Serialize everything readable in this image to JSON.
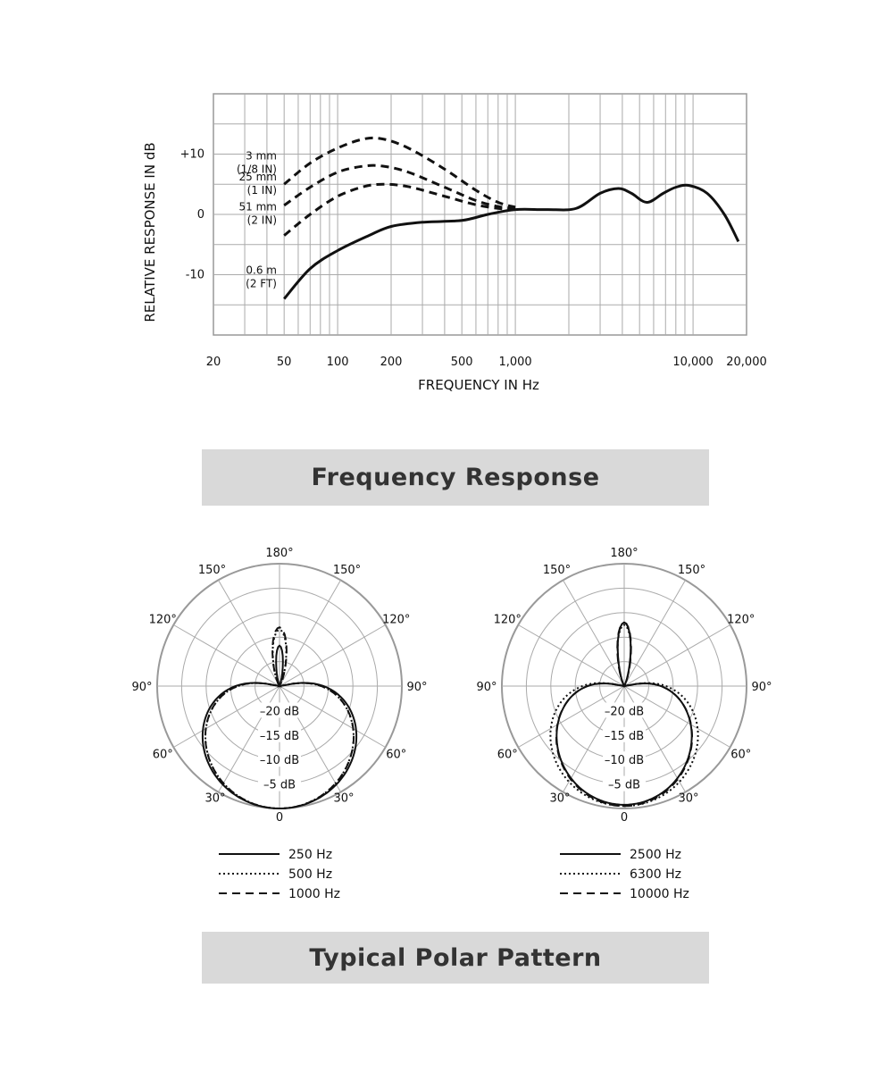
{
  "frequency_banner": "Frequency Response",
  "polar_banner": "Typical Polar Pattern",
  "chart_data": [
    {
      "type": "line",
      "xscale": "log",
      "xlabel": "FREQUENCY IN Hz",
      "ylabel": "RELATIVE RESPONSE IN dB",
      "xlim": [
        20,
        20000
      ],
      "ylim": [
        -20,
        20
      ],
      "grid": true,
      "x_ticks": [
        {
          "value": 20,
          "label": "20"
        },
        {
          "value": 50,
          "label": "50"
        },
        {
          "value": 100,
          "label": "100"
        },
        {
          "value": 200,
          "label": "200"
        },
        {
          "value": 500,
          "label": "500"
        },
        {
          "value": 1000,
          "label": "1,000"
        },
        {
          "value": 10000,
          "label": "10,000"
        },
        {
          "value": 20000,
          "label": "20,000"
        }
      ],
      "y_ticks": [
        {
          "value": 10,
          "label": "+10"
        },
        {
          "value": 0,
          "label": "0"
        },
        {
          "value": -10,
          "label": "-10"
        }
      ],
      "series": [
        {
          "label_line1": "3 mm",
          "label_line2": "(1/8 IN)",
          "style": "dashed",
          "points": [
            [
              50,
              5
            ],
            [
              70,
              8.5
            ],
            [
              100,
              11
            ],
            [
              140,
              12.5
            ],
            [
              180,
              12.5
            ],
            [
              250,
              11
            ],
            [
              400,
              7.5
            ],
            [
              600,
              4
            ],
            [
              800,
              2
            ],
            [
              1000,
              1.2
            ]
          ]
        },
        {
          "label_line1": "25 mm",
          "label_line2": "(1 IN)",
          "style": "dashed",
          "points": [
            [
              50,
              1.5
            ],
            [
              70,
              4.5
            ],
            [
              100,
              7
            ],
            [
              140,
              8
            ],
            [
              180,
              8
            ],
            [
              250,
              7
            ],
            [
              400,
              4.5
            ],
            [
              600,
              2.3
            ],
            [
              800,
              1.3
            ],
            [
              1000,
              1
            ]
          ]
        },
        {
          "label_line1": "51 mm",
          "label_line2": "(2 IN)",
          "style": "dashed",
          "points": [
            [
              50,
              -3.5
            ],
            [
              70,
              0
            ],
            [
              100,
              3
            ],
            [
              140,
              4.6
            ],
            [
              180,
              5
            ],
            [
              250,
              4.6
            ],
            [
              400,
              3
            ],
            [
              600,
              1.6
            ],
            [
              800,
              1
            ],
            [
              1000,
              0.8
            ]
          ]
        },
        {
          "label_line1": "0.6 m",
          "label_line2": "(2 FT)",
          "style": "solid",
          "points": [
            [
              50,
              -14
            ],
            [
              70,
              -9
            ],
            [
              100,
              -6
            ],
            [
              150,
              -3.5
            ],
            [
              200,
              -2
            ],
            [
              300,
              -1.3
            ],
            [
              500,
              -1
            ],
            [
              700,
              0
            ],
            [
              1000,
              0.8
            ],
            [
              1500,
              0.8
            ],
            [
              2200,
              1
            ],
            [
              3000,
              3.5
            ],
            [
              3800,
              4.3
            ],
            [
              4500,
              3.5
            ],
            [
              5500,
              2
            ],
            [
              6800,
              3.5
            ],
            [
              8000,
              4.5
            ],
            [
              9500,
              4.8
            ],
            [
              12000,
              3.5
            ],
            [
              15000,
              0
            ],
            [
              18000,
              -4.5
            ]
          ]
        }
      ]
    },
    {
      "type": "polar",
      "angle_labels": [
        "180°",
        "150°",
        "150°",
        "120°",
        "120°",
        "90°",
        "90°",
        "60°",
        "60°",
        "30°",
        "30°",
        "0"
      ],
      "ring_labels": [
        "–20 dB",
        "–15 dB",
        "–10 dB",
        "–5 dB"
      ],
      "series": [
        {
          "name": "250 Hz",
          "style": "solid",
          "pattern": {
            "bottom_extent": 1.0,
            "side_extent": 0.95,
            "side_angle_frac": 0.28,
            "top_bulge": 0.33,
            "top_width": 0.14
          }
        },
        {
          "name": "500 Hz",
          "style": "dotted",
          "pattern": {
            "bottom_extent": 1.0,
            "side_extent": 0.9,
            "side_angle_frac": 0.12,
            "top_bulge": 0.46,
            "top_width": 0.2
          }
        },
        {
          "name": "1000 Hz",
          "style": "dashed",
          "pattern": {
            "bottom_extent": 1.0,
            "side_extent": 0.9,
            "side_angle_frac": 0.14,
            "top_bulge": 0.48,
            "top_width": 0.2
          }
        }
      ]
    },
    {
      "type": "polar",
      "angle_labels": [
        "180°",
        "150°",
        "150°",
        "120°",
        "120°",
        "90°",
        "90°",
        "60°",
        "60°",
        "30°",
        "30°",
        "0"
      ],
      "ring_labels": [
        "–20 dB",
        "–15 dB",
        "–10 dB",
        "–5 dB"
      ],
      "series": [
        {
          "name": "2500 Hz",
          "style": "solid",
          "pattern": {
            "bottom_extent": 0.97,
            "side_extent": 0.78,
            "side_angle_frac": 0.12,
            "top_bulge": 0.52,
            "top_width": 0.17
          }
        },
        {
          "name": "6300 Hz",
          "style": "dotted",
          "pattern": {
            "bottom_extent": 0.98,
            "side_extent": 0.9,
            "side_angle_frac": 0.2,
            "top_bulge": 0.5,
            "top_width": 0.18
          }
        },
        {
          "name": "10000 Hz",
          "style": "dashed",
          "pattern": {
            "bottom_extent": 0.98,
            "side_extent": 0.78,
            "side_angle_frac": 0.12,
            "top_bulge": 0.52,
            "top_width": 0.18
          }
        }
      ]
    }
  ]
}
